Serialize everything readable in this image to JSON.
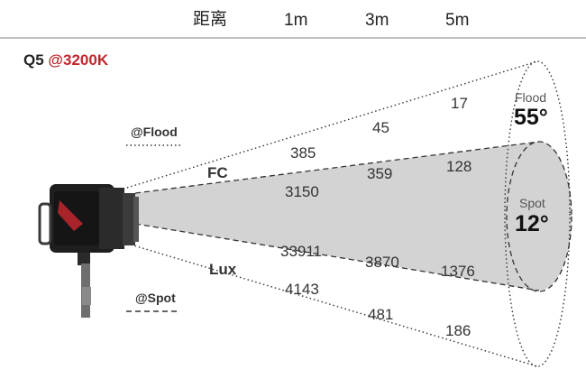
{
  "header": {
    "distance_label": "距离",
    "distances": [
      "1m",
      "3m",
      "5m"
    ]
  },
  "model": {
    "name": "Q5",
    "cct": "@3200K"
  },
  "modes": {
    "flood": {
      "tag": "@Flood",
      "label": "Flood",
      "angle": "55°"
    },
    "spot": {
      "tag": "@Spot",
      "label": "Spot",
      "angle": "12°"
    }
  },
  "units": {
    "fc": "FC",
    "lux": "Lux"
  },
  "flood_fc": [
    "385",
    "45",
    "17"
  ],
  "spot_fc": [
    "3150",
    "359",
    "128"
  ],
  "spot_lux": [
    "33911",
    "3870",
    "1376"
  ],
  "flood_lux": [
    "4143",
    "481",
    "186"
  ],
  "colors": {
    "accent": "#c0272d",
    "beam": "#d3d3d3"
  }
}
